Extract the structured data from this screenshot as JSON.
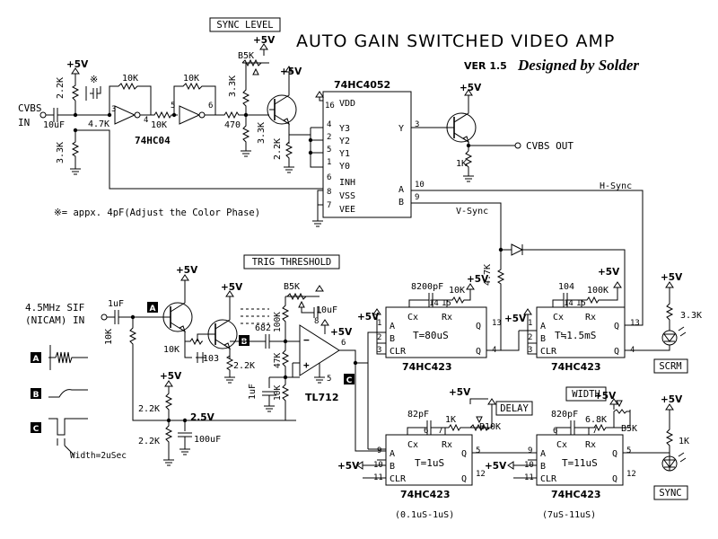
{
  "title": {
    "main": "AUTO GAIN SWITCHED VIDEO AMP",
    "version": "VER 1.5",
    "designer": "Designed by Solder"
  },
  "boxed_labels": {
    "sync_level": "SYNC LEVEL",
    "trig_threshold": "TRIG THRESHOLD",
    "delay": "DELAY",
    "width": "WIDTH",
    "scrm": "SCRM",
    "sync": "SYNC"
  },
  "ports": {
    "cvbs_in_1": "CVBS",
    "cvbs_in_2": "IN",
    "cvbs_out": "CVBS OUT",
    "sif_1": "4.5MHz SIF",
    "sif_2": "(NICAM) IN",
    "h_sync": "H-Sync",
    "v_sync": "V-Sync"
  },
  "supply": {
    "plus5v": "+5V",
    "plus2_5v": "2.5V"
  },
  "note": "※= appx. 4pF(Adjust the Color Phase)",
  "chips": {
    "mux": "74HC4052",
    "inverter": "74HC04",
    "opamp": "TL712",
    "oneshot": "74HC423"
  },
  "mux_pins": {
    "vdd": "VDD",
    "y3": "Y3",
    "y2": "Y2",
    "y1": "Y1",
    "y0": "Y0",
    "inh": "INH",
    "vss": "VSS",
    "vee": "VEE",
    "y": "Y",
    "a": "A",
    "b": "B",
    "n16": "16",
    "n4": "4",
    "n2": "2",
    "n5": "5",
    "n1": "1",
    "n6": "6",
    "n8": "8",
    "n7": "7",
    "n3": "3",
    "n10": "10",
    "n9": "9"
  },
  "oneshot_labels": {
    "cx": "Cx",
    "rx": "Rx",
    "a": "A",
    "b": "B",
    "clr": "CLR",
    "q": "Q",
    "qbar": "Q"
  },
  "oneshots": [
    {
      "t": "T=80uS",
      "c": "8200pF",
      "r": "10K",
      "pins": [
        "14",
        "15",
        "1",
        "2",
        "3",
        "13",
        "4"
      ]
    },
    {
      "t": "T≒1.5mS",
      "c": "104",
      "r": "100K",
      "pins": [
        "14",
        "15",
        "1",
        "2",
        "3",
        "13",
        "4"
      ]
    },
    {
      "t": "T=1uS",
      "c": "82pF",
      "r": "1K",
      "pins": [
        "6",
        "7",
        "9",
        "10",
        "11",
        "5",
        "12"
      ],
      "range": "(0.1uS-1uS)",
      "pot": "B10K"
    },
    {
      "t": "T=11uS",
      "c": "820pF",
      "r": "6.8K",
      "pins": [
        "6",
        "7",
        "9",
        "10",
        "11",
        "5",
        "12"
      ],
      "range": "(7uS-11uS)",
      "pot": "B5K"
    }
  ],
  "components": {
    "r_2_2k_a": "2.2K",
    "r_3_3k_a": "3.3K",
    "c_10uf": "10uF",
    "r_4_7k": "4.7K",
    "r_10k_a": "10K",
    "r_10k_b": "10K",
    "r_10k_c": "10K",
    "r_470": "470",
    "pot_b5k": "B5K",
    "r_3_3k_b": "3.3K",
    "r_3_3k_c": "3.3K",
    "r_2_2k_b": "2.2K",
    "r_1k_out": "1K",
    "asterisk": "※",
    "c_1uf": "1uF",
    "r_10k_sif": "10K",
    "r_10k_e": "10K",
    "c_103": "103",
    "r_2_2k_c": "2.2K",
    "c_682": "682",
    "pot_b5k_trig": "B5K",
    "r_100k_t": "100K",
    "c_10uf_t": "10uF",
    "r_47k": "47K",
    "r_10k_t": "10K",
    "c_1uf_t": "1uF",
    "r_4_7k_v": "4.7K",
    "r_2_2k_d": "2.2K",
    "r_2_2k_e": "2.2K",
    "c_100uf": "100uF",
    "r_3_3k_led": "3.3K",
    "r_1k_led": "1K",
    "n8": "8",
    "n5": "5",
    "n6": "6",
    "inv_pins": [
      "3",
      "4",
      "5",
      "6"
    ]
  },
  "markers": {
    "a": "A",
    "b": "B",
    "c": "C"
  },
  "wave_caption": "Width=2uSec"
}
